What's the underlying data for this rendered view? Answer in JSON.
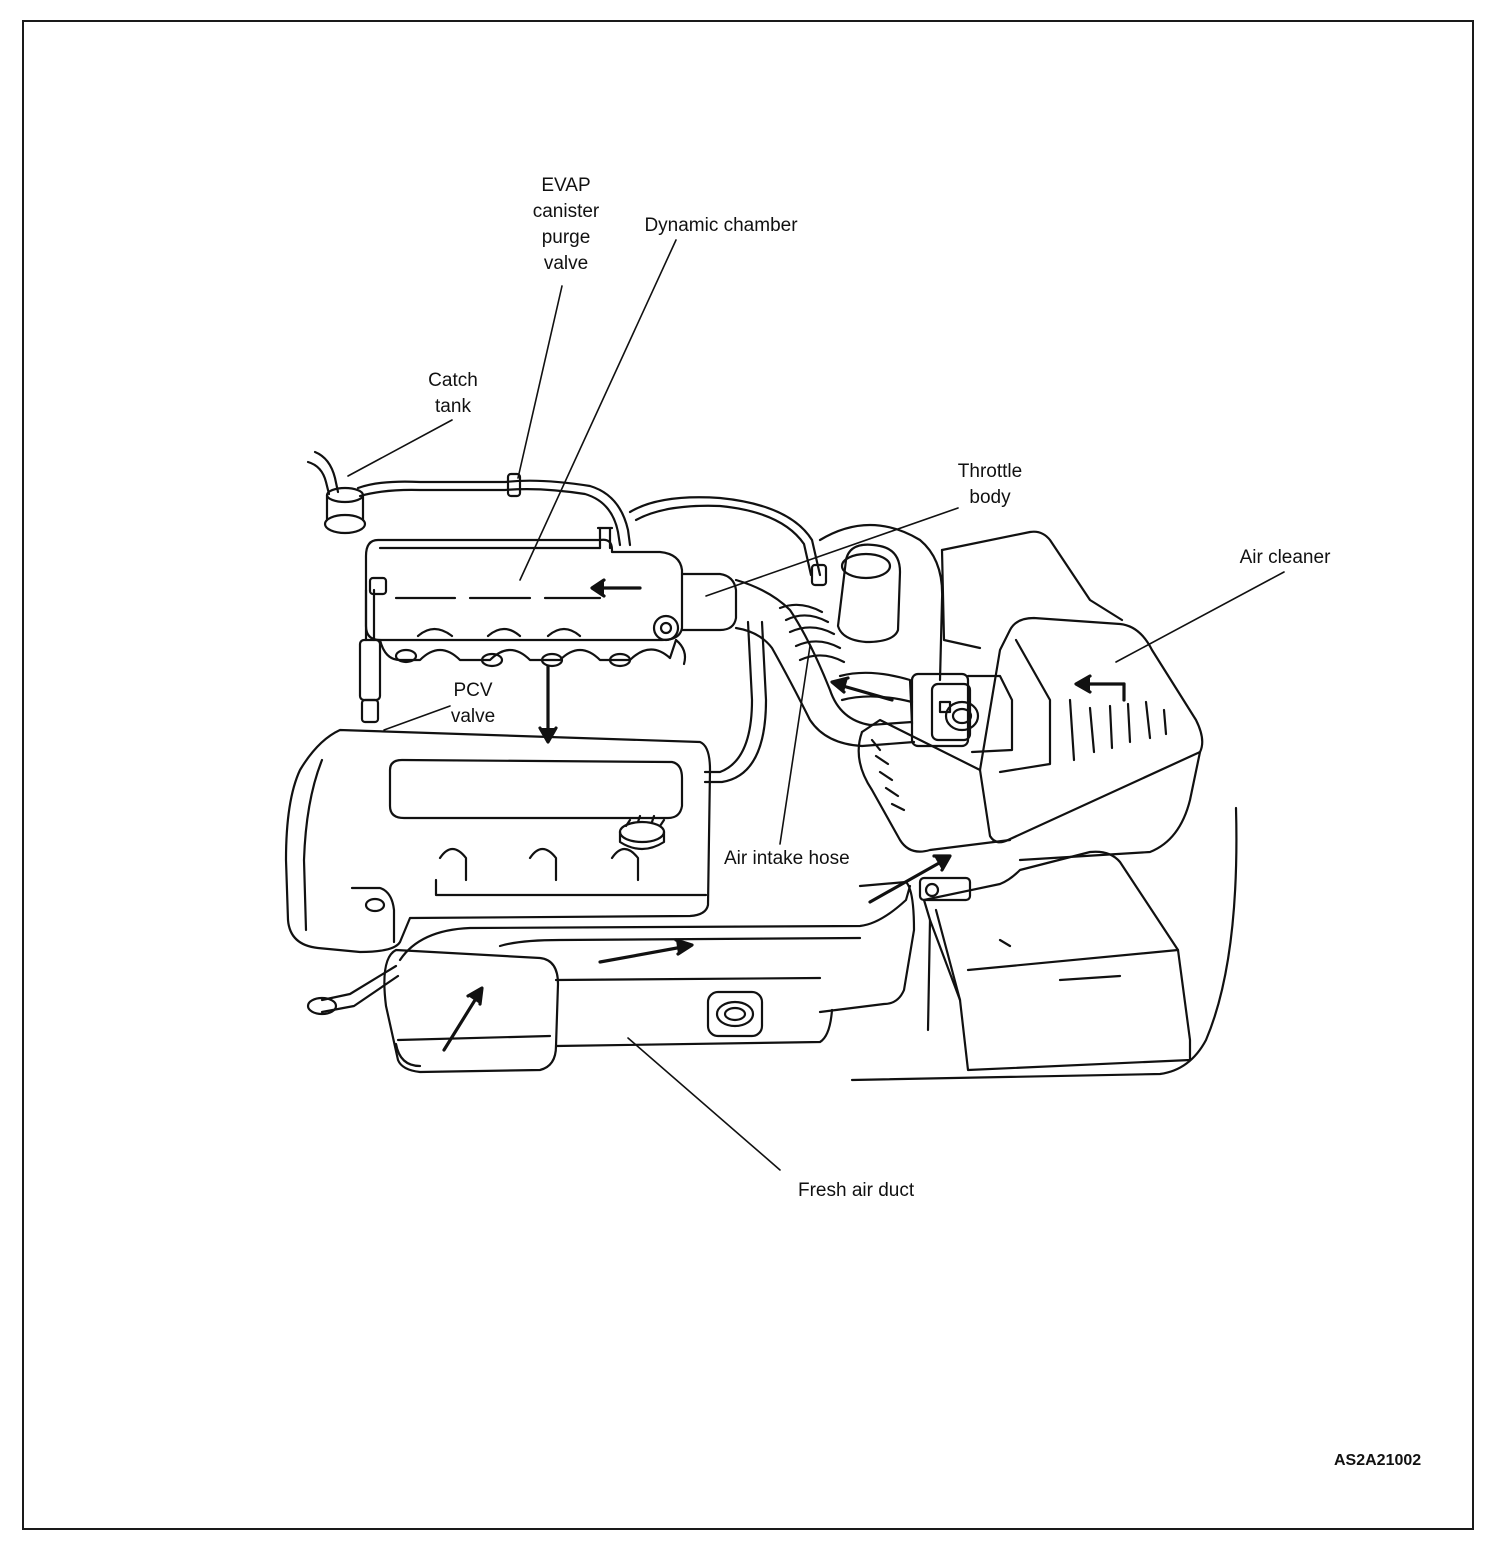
{
  "labels": {
    "evap": "EVAP\ncanister\npurge\nvalve",
    "dynamic_chamber": "Dynamic chamber",
    "catch_tank": "Catch\ntank",
    "throttle_body": "Throttle\nbody",
    "air_cleaner": "Air cleaner",
    "pcv_valve": "PCV\nvalve",
    "air_intake_hose": "Air intake hose",
    "fresh_air_duct": "Fresh air duct"
  },
  "figure_code": "AS2A21002"
}
